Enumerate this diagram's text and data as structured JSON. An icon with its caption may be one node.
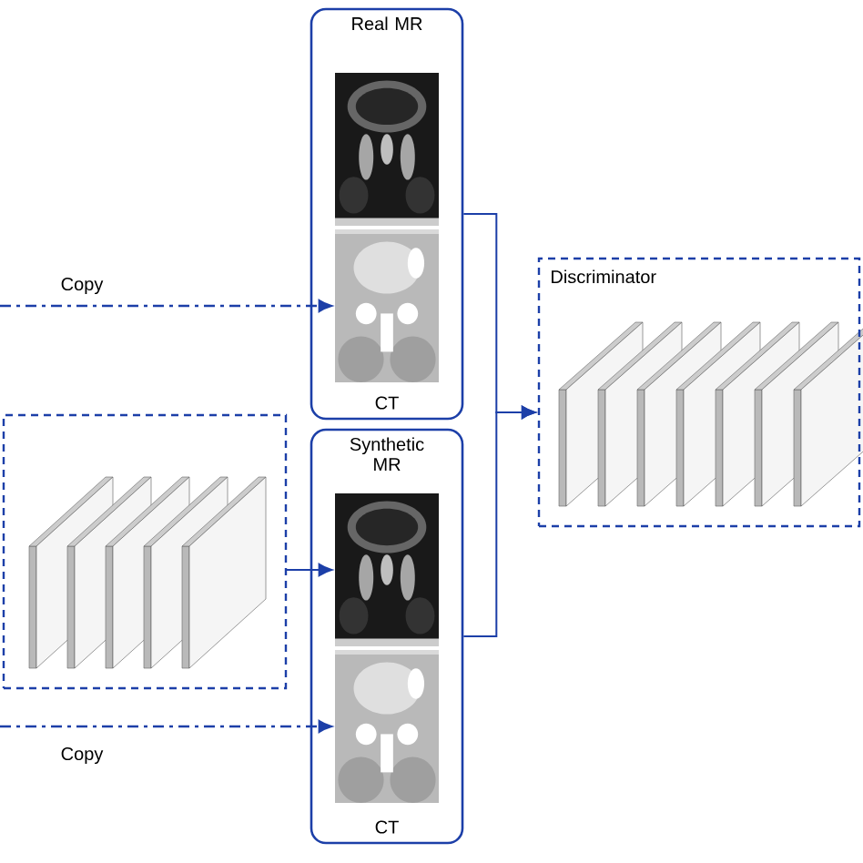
{
  "diagram": {
    "nodes": [
      {
        "text": [
          "Real MR",
          "CT"
        ]
      },
      {
        "text": [],
        "shape": "picture",
        "in": 0
      },
      {
        "text": [],
        "shape": "picture",
        "in": 0
      },
      {
        "text": [
          "Synthetic MR",
          "CT"
        ]
      },
      {
        "text": [],
        "shape": "picture",
        "in": 3
      },
      {
        "text": [],
        "shape": "picture",
        "in": 3
      },
      {
        "text": [],
        "shape": "box"
      },
      {
        "text": [
          "Discriminator"
        ]
      }
    ],
    "edges": [
      {
        "from": null,
        "to": 2,
        "arrow": "to",
        "style": "dashed",
        "label": "Copy"
      },
      {
        "from": 6,
        "to": 4,
        "arrow": "to"
      },
      {
        "from": null,
        "to": 5,
        "arrow": "to",
        "style": "dashed",
        "label": "Copy"
      },
      {
        "from": 0,
        "to": 7,
        "arrow": "to"
      },
      {
        "from": 3,
        "to": 7,
        "arrow": "to"
      }
    ]
  }
}
